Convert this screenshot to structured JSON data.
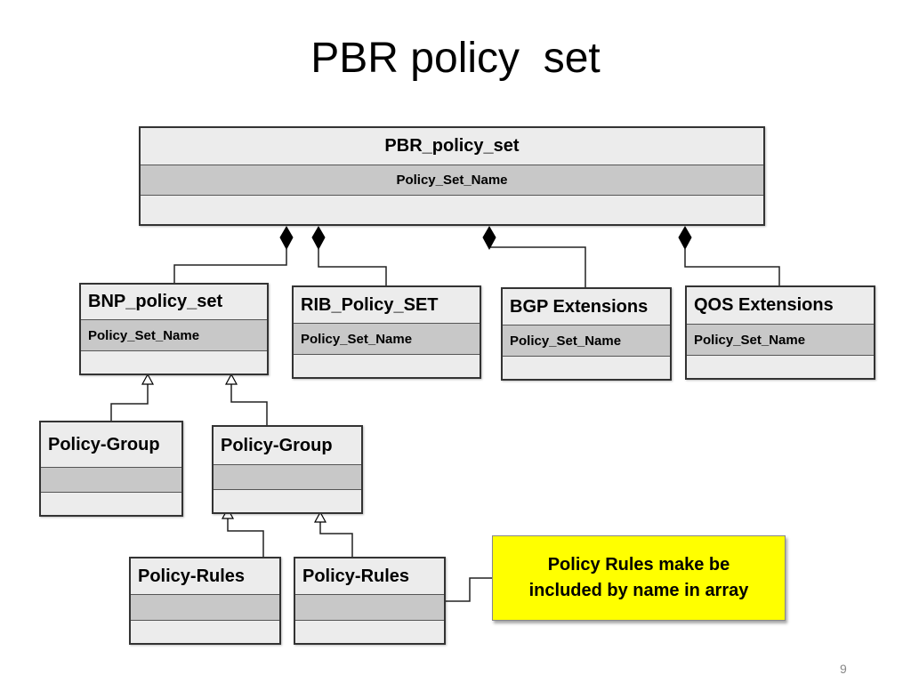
{
  "slide": {
    "title": "PBR policy  set",
    "page_number": "9"
  },
  "boxes": {
    "pbr_policy_set": {
      "name": "PBR_policy_set",
      "attribute": "Policy_Set_Name"
    },
    "bnp_policy_set": {
      "name": "BNP_policy_set",
      "attribute": "Policy_Set_Name"
    },
    "rib_policy_set": {
      "name": "RIB_Policy_SET",
      "attribute": "Policy_Set_Name"
    },
    "bgp_extensions": {
      "name": "BGP Extensions",
      "attribute": "Policy_Set_Name"
    },
    "qos_extensions": {
      "name": "QOS Extensions",
      "attribute": "Policy_Set_Name"
    },
    "policy_group_1": {
      "name": "Policy-Group",
      "attribute": ""
    },
    "policy_group_2": {
      "name": "Policy-Group",
      "attribute": ""
    },
    "policy_rules_1": {
      "name": "Policy-Rules",
      "attribute": ""
    },
    "policy_rules_2": {
      "name": "Policy-Rules",
      "attribute": ""
    }
  },
  "note": {
    "line1": "Policy Rules make be",
    "line2": "included by name in array",
    "fill_color": "#ffff00"
  },
  "relations": [
    {
      "from": "bnp_policy_set",
      "to": "pbr_policy_set",
      "type": "composition"
    },
    {
      "from": "rib_policy_set",
      "to": "pbr_policy_set",
      "type": "composition"
    },
    {
      "from": "bgp_extensions",
      "to": "pbr_policy_set",
      "type": "composition"
    },
    {
      "from": "qos_extensions",
      "to": "pbr_policy_set",
      "type": "composition"
    },
    {
      "from": "policy_group_1",
      "to": "bnp_policy_set",
      "type": "generalization"
    },
    {
      "from": "policy_group_2",
      "to": "bnp_policy_set",
      "type": "generalization"
    },
    {
      "from": "policy_rules_1",
      "to": "policy_group_2",
      "type": "generalization"
    },
    {
      "from": "policy_rules_2",
      "to": "policy_group_2",
      "type": "generalization"
    },
    {
      "from": "note",
      "to": "policy_rules_2",
      "type": "annotation"
    }
  ]
}
